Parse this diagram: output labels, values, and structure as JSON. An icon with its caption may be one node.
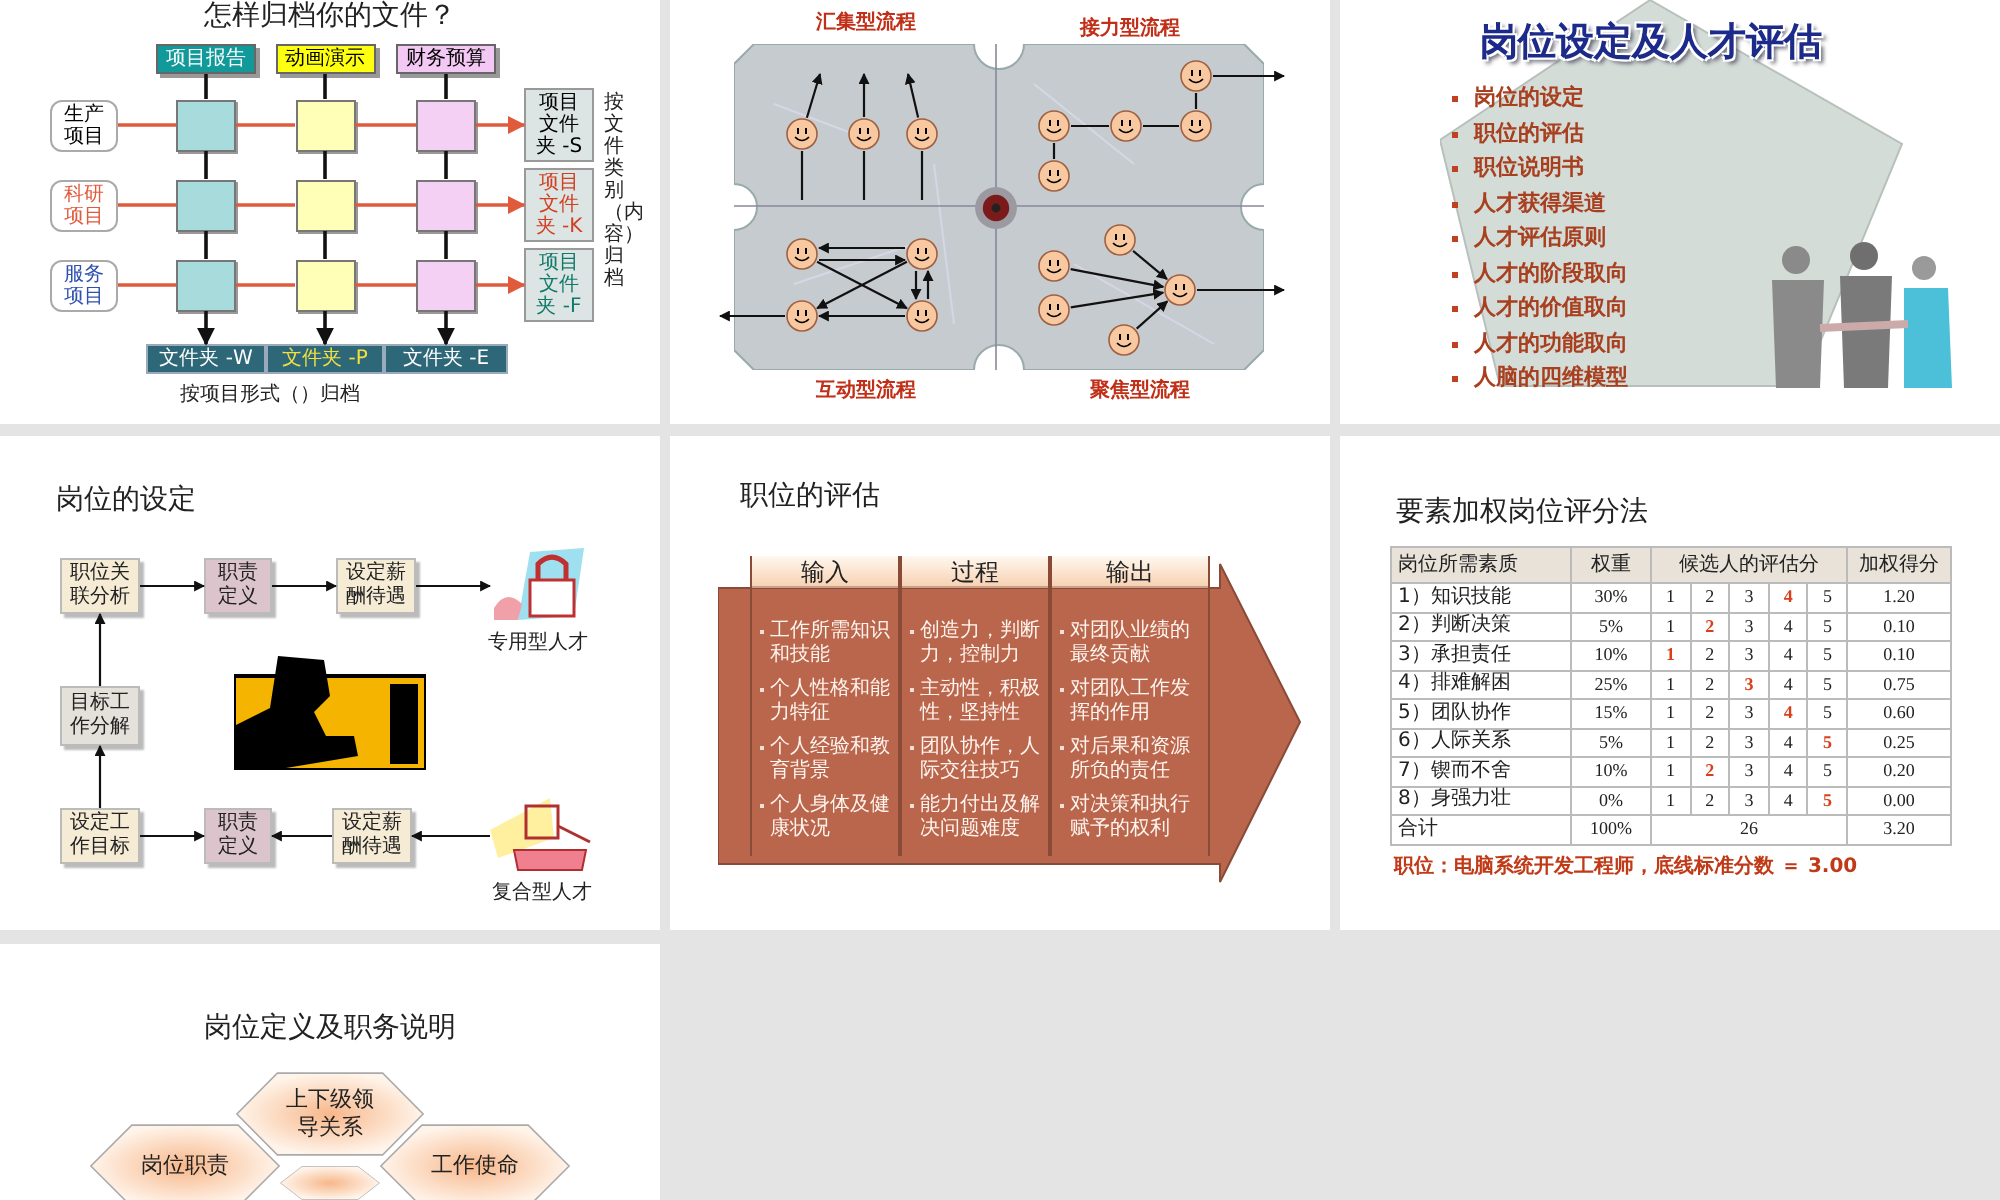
{
  "diagram": {
    "nodes": [
      {
        "text": [
          "怎样归档你的文件？"
        ]
      },
      {
        "text": [
          "项目报告"
        ],
        "in": 0
      },
      {
        "text": [
          "动画演示"
        ],
        "in": 0
      },
      {
        "text": [
          "财务预算"
        ],
        "in": 0
      },
      {
        "text": [
          "生产项目"
        ],
        "in": 0
      },
      {
        "text": [
          "科研项目"
        ],
        "in": 0
      },
      {
        "text": [
          "服务项目"
        ],
        "in": 0
      },
      {
        "text": [],
        "shape": "box",
        "in": 0
      },
      {
        "text": [],
        "shape": "box",
        "in": 0
      },
      {
        "text": [],
        "shape": "box",
        "in": 0
      },
      {
        "text": [],
        "shape": "box",
        "in": 0
      },
      {
        "text": [],
        "shape": "box",
        "in": 0
      },
      {
        "text": [],
        "shape": "box",
        "in": 0
      },
      {
        "text": [],
        "shape": "box",
        "in": 0
      },
      {
        "text": [],
        "shape": "box",
        "in": 0
      },
      {
        "text": [],
        "shape": "box",
        "in": 0
      },
      {
        "text": [
          "项目文件夹 -S"
        ],
        "in": 0
      },
      {
        "text": [
          "项目文件夹 -K"
        ],
        "in": 0
      },
      {
        "text": [
          "项目文件夹 -F"
        ],
        "in": 0
      },
      {
        "text": [
          "文件夹 -W"
        ],
        "in": 0
      },
      {
        "text": [
          "文件夹 -P"
        ],
        "in": 0
      },
      {
        "text": [
          "文件夹 -E"
        ],
        "in": 0
      },
      {
        "text": [],
        "shape": "box"
      },
      {
        "text": [],
        "shape": "circle",
        "in": 22
      },
      {
        "text": [],
        "shape": "circle",
        "in": 22
      },
      {
        "text": [],
        "shape": "circle",
        "in": 22
      },
      {
        "text": [],
        "shape": "circle",
        "in": 22
      },
      {
        "text": [],
        "shape": "circle",
        "in": 22
      },
      {
        "text": [],
        "shape": "circle",
        "in": 22
      },
      {
        "text": [],
        "shape": "circle",
        "in": 22
      },
      {
        "text": [],
        "shape": "circle",
        "in": 22
      },
      {
        "text": [],
        "shape": "circle",
        "in": 22
      },
      {
        "text": [],
        "shape": "circle",
        "in": 22
      },
      {
        "text": [],
        "shape": "circle",
        "in": 22
      },
      {
        "text": [],
        "shape": "circle",
        "in": 22
      },
      {
        "text": [],
        "shape": "circle",
        "in": 22
      },
      {
        "text": [],
        "shape": "circle",
        "in": 22
      },
      {
        "text": [],
        "shape": "circle",
        "in": 22
      },
      {
        "text": [],
        "shape": "circle",
        "in": 22
      },
      {
        "text": [],
        "shape": "circle",
        "in": 22
      },
      {
        "text": [
          "岗位设定及人才评估"
        ]
      },
      {
        "text": [
          "岗位的设定"
        ]
      },
      {
        "text": [
          "职位关联分析"
        ],
        "in": 41
      },
      {
        "text": [
          "职责定义"
        ],
        "in": 41
      },
      {
        "text": [
          "设定薪酬待遇"
        ],
        "in": 41
      },
      {
        "text": [],
        "shape": "picture",
        "in": 41,
        "beside": [
          "专用型人才"
        ]
      },
      {
        "text": [
          "目标工作分解"
        ],
        "in": 41
      },
      {
        "text": [
          "设定工作目标"
        ],
        "in": 41
      },
      {
        "text": [
          "职责定义"
        ],
        "in": 41
      },
      {
        "text": [
          "设定薪酬待遇"
        ],
        "in": 41
      },
      {
        "text": [],
        "shape": "picture",
        "in": 41,
        "beside": [
          "复合型人才"
        ]
      },
      {
        "text": [
          "职位的评估"
        ]
      },
      {
        "text": [],
        "shape": "arrow",
        "in": 51
      },
      {
        "text": [
          "输入",
          "工作所需知识和技能",
          "个人性格和能力特征",
          "个人经验和教育背景",
          "个人身体及健康状况"
        ],
        "in": 52
      },
      {
        "text": [
          "过程",
          "创造力，判断力，控制力",
          "主动性，积极性，坚持性",
          "团队协作，人际交往技巧",
          "能力付出及解决问题难度"
        ],
        "in": 52
      },
      {
        "text": [
          "输出",
          "对团队业绩的最终贡献",
          "对团队工作发挥的作用",
          "对后果和资源所负的责任",
          "对决策和执行赋予的权利"
        ],
        "in": 52
      },
      {
        "text": [
          "要素加权岗位评分法"
        ]
      },
      {
        "text": [
          "岗位定义及职务说明"
        ]
      },
      {
        "text": [
          "上下级领导关系"
        ],
        "in": 57
      },
      {
        "text": [
          "岗位职责"
        ],
        "in": 57
      },
      {
        "text": [
          "工作使命"
        ],
        "in": 57
      },
      {
        "text": [],
        "shape": "hexagon",
        "in": 57
      }
    ],
    "edges": [
      {
        "from": 1,
        "to": 7,
        "arrow": "none"
      },
      {
        "from": 7,
        "to": 10,
        "arrow": "none"
      },
      {
        "from": 10,
        "to": 13,
        "arrow": "none"
      },
      {
        "from": 13,
        "to": 19,
        "arrow": "to"
      },
      {
        "from": 2,
        "to": 8,
        "arrow": "none"
      },
      {
        "from": 8,
        "to": 11,
        "arrow": "none"
      },
      {
        "from": 11,
        "to": 14,
        "arrow": "none"
      },
      {
        "from": 14,
        "to": 20,
        "arrow": "to"
      },
      {
        "from": 3,
        "to": 9,
        "arrow": "none"
      },
      {
        "from": 9,
        "to": 12,
        "arrow": "none"
      },
      {
        "from": 12,
        "to": 15,
        "arrow": "none"
      },
      {
        "from": 15,
        "to": 21,
        "arrow": "to"
      },
      {
        "from": 4,
        "to": 7,
        "arrow": "none",
        "color": "#e05a3c"
      },
      {
        "from": 7,
        "to": 8,
        "arrow": "none",
        "color": "#e05a3c"
      },
      {
        "from": 8,
        "to": 9,
        "arrow": "none",
        "color": "#e05a3c"
      },
      {
        "from": 9,
        "to": 16,
        "arrow": "to",
        "color": "#e05a3c"
      },
      {
        "from": 5,
        "to": 10,
        "arrow": "none",
        "color": "#e05a3c"
      },
      {
        "from": 10,
        "to": 11,
        "arrow": "none",
        "color": "#e05a3c"
      },
      {
        "from": 11,
        "to": 12,
        "arrow": "none",
        "color": "#e05a3c"
      },
      {
        "from": 12,
        "to": 17,
        "arrow": "to",
        "color": "#e05a3c"
      },
      {
        "from": 6,
        "to": 13,
        "arrow": "none",
        "color": "#e05a3c"
      },
      {
        "from": 13,
        "to": 14,
        "arrow": "none",
        "color": "#e05a3c"
      },
      {
        "from": 14,
        "to": 15,
        "arrow": "none",
        "color": "#e05a3c"
      },
      {
        "from": 15,
        "to": 18,
        "arrow": "to",
        "color": "#e05a3c"
      },
      {
        "from": null,
        "to": 23,
        "arrow": "none"
      },
      {
        "from": 23,
        "to": null,
        "arrow": "to"
      },
      {
        "from": null,
        "to": 24,
        "arrow": "none"
      },
      {
        "from": 24,
        "to": null,
        "arrow": "to"
      },
      {
        "from": null,
        "to": 25,
        "arrow": "none"
      },
      {
        "from": 25,
        "to": null,
        "arrow": "to"
      },
      {
        "from": 26,
        "to": 27,
        "arrow": "none"
      },
      {
        "from": 27,
        "to": 28,
        "arrow": "none"
      },
      {
        "from": 28,
        "to": 29,
        "arrow": "none"
      },
      {
        "from": 29,
        "to": 30,
        "arrow": "none"
      },
      {
        "from": 30,
        "to": null,
        "arrow": "to"
      },
      {
        "from": 31,
        "to": 32,
        "arrow": "to"
      },
      {
        "from": 32,
        "to": 31,
        "arrow": "to"
      },
      {
        "from": 31,
        "to": 34,
        "arrow": "to"
      },
      {
        "from": 32,
        "to": 33,
        "arrow": "to"
      },
      {
        "from": 32,
        "to": 34,
        "arrow": "to"
      },
      {
        "from": 34,
        "to": 32,
        "arrow": "to"
      },
      {
        "from": 34,
        "to": 33,
        "arrow": "to"
      },
      {
        "from": 33,
        "to": null,
        "arrow": "to"
      },
      {
        "from": 35,
        "to": 39,
        "arrow": "to"
      },
      {
        "from": 36,
        "to": 39,
        "arrow": "to"
      },
      {
        "from": 37,
        "to": 39,
        "arrow": "to"
      },
      {
        "from": 38,
        "to": 39,
        "arrow": "to"
      },
      {
        "from": 39,
        "to": null,
        "arrow": "to"
      },
      {
        "from": 42,
        "to": 43,
        "arrow": "to"
      },
      {
        "from": 43,
        "to": 44,
        "arrow": "to"
      },
      {
        "from": 44,
        "to": 45,
        "arrow": "to"
      },
      {
        "from": 47,
        "to": 46,
        "arrow": "to"
      },
      {
        "from": 46,
        "to": 42,
        "arrow": "to"
      },
      {
        "from": 47,
        "to": 48,
        "arrow": "to"
      },
      {
        "from": 50,
        "to": 49,
        "arrow": "to"
      },
      {
        "from": 49,
        "to": 48,
        "arrow": "to"
      }
    ],
    "labels": [
      "按文件类别（内容）归档",
      "按项目形式（）归档",
      "汇集型流程",
      "接力型流程",
      "互动型流程",
      "聚焦型流程",
      "岗位的设定",
      "职位的评估",
      "职位说明书",
      "人才获得渠道",
      "人才评估原则",
      "人才的阶段取向",
      "人才的价值取向",
      "人才的功能取向",
      "人脑的四维模型",
      "岗位所需素质",
      "权重",
      "候选人的评估分",
      "加权得分",
      "1）知识技能",
      "30%",
      "1",
      "2",
      "3",
      "4",
      "5",
      "1.20",
      "2）判断决策",
      "5%",
      "1",
      "2",
      "3",
      "4",
      "5",
      "0.10",
      "3）承担责任",
      "10%",
      "1",
      "2",
      "3",
      "4",
      "5",
      "0.10",
      "4）排难解困",
      "25%",
      "1",
      "2",
      "3",
      "4",
      "5",
      "0.75",
      "5）团队协作",
      "15%",
      "1",
      "2",
      "3",
      "4",
      "5",
      "0.60",
      "6）人际关系",
      "5%",
      "1",
      "2",
      "3",
      "4",
      "5",
      "0.25",
      "7）锲而不舍",
      "10%",
      "1",
      "2",
      "3",
      "4",
      "5",
      "0.20",
      "8）身强力壮",
      "0%",
      "1",
      "2",
      "3",
      "4",
      "5",
      "0.00",
      "合计",
      "100%",
      "26",
      "3.20",
      "职位：电脑系统开发工程师，底线标准分数 ＝ 3.00"
    ]
  }
}
